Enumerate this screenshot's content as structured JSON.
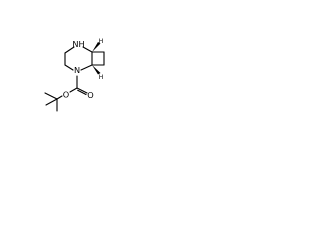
{
  "molecule": {
    "colors": {
      "bond": "#000000",
      "text": "#000000",
      "background": "#ffffff"
    },
    "atoms": {
      "nh": "NH",
      "n": "N",
      "o_carbonyl": "O",
      "o_ester": "O",
      "h_top": "H",
      "h_bottom": "H"
    }
  }
}
